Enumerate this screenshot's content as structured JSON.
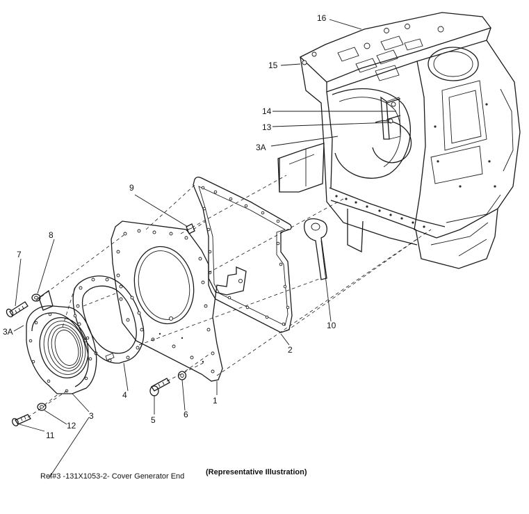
{
  "callouts": {
    "c1": "1",
    "c2": "2",
    "c3": "3",
    "c3a_left": "3A",
    "c3a_block": "3A",
    "c4": "4",
    "c5": "5",
    "c6": "6",
    "c7": "7",
    "c8": "8",
    "c9": "9",
    "c10": "10",
    "c11": "11",
    "c12": "12",
    "c13": "13",
    "c14": "14",
    "c15": "15",
    "c16": "16"
  },
  "caption": {
    "reference": "Ref#3 -131X1053-2- Cover Generator End",
    "representative": "(Representative Illustration)"
  }
}
